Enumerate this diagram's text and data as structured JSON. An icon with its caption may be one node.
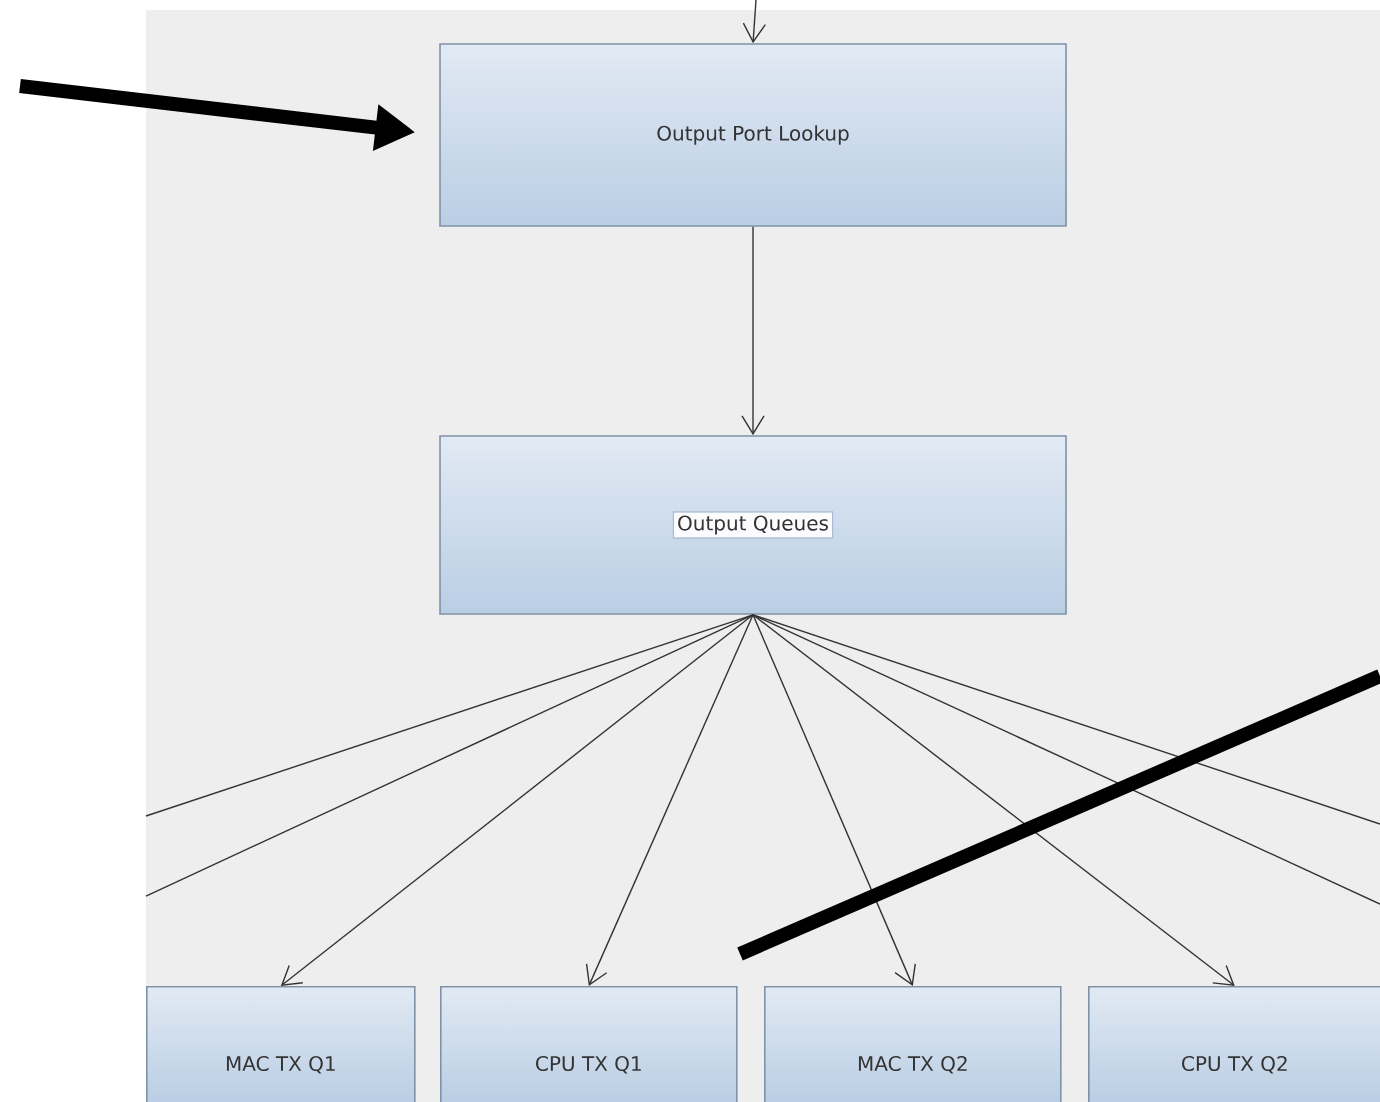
{
  "diagram": {
    "nodes": [
      {
        "text": [
          "Output Port Lookup"
        ]
      },
      {
        "text": [
          "Output Queues"
        ]
      },
      {
        "text": [
          "MAC TX Q1"
        ]
      },
      {
        "text": [
          "CPU TX Q1"
        ]
      },
      {
        "text": [
          "MAC TX Q2"
        ]
      },
      {
        "text": [
          "CPU TX Q2"
        ]
      }
    ],
    "edges": [
      {
        "from": null,
        "to": 0,
        "arrow": "to"
      },
      {
        "from": 0,
        "to": 1,
        "arrow": "to"
      },
      {
        "from": 1,
        "to": 2,
        "arrow": "to"
      },
      {
        "from": 1,
        "to": 3,
        "arrow": "to"
      },
      {
        "from": 1,
        "to": 4,
        "arrow": "to"
      },
      {
        "from": 1,
        "to": 5,
        "arrow": "to"
      },
      {
        "from": 1,
        "to": null,
        "arrow": "none"
      },
      {
        "from": 1,
        "to": null,
        "arrow": "none"
      },
      {
        "from": 1,
        "to": null,
        "arrow": "none"
      },
      {
        "from": 1,
        "to": null,
        "arrow": "none"
      },
      {
        "from": null,
        "to": 0,
        "arrow": "to",
        "style": "thick",
        "color": "#000000"
      }
    ]
  }
}
